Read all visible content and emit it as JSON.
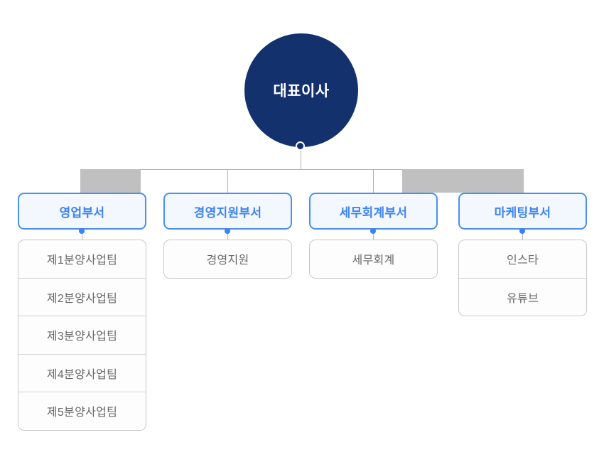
{
  "chart": {
    "type": "org-chart",
    "root": {
      "label": "대표이사"
    },
    "departments": [
      {
        "name": "영업부서",
        "teams": [
          "제1분양사업팀",
          "제2분양사업팀",
          "제3분양사업팀",
          "제4분양사업팀",
          "제5분양사업팀"
        ]
      },
      {
        "name": "경영지원부서",
        "teams": [
          "경영지원"
        ]
      },
      {
        "name": "세무회계부서",
        "teams": [
          "세무회계"
        ]
      },
      {
        "name": "마케팅부서",
        "teams": [
          "인스타",
          "유튜브"
        ]
      }
    ],
    "colors": {
      "root_node_bg": "#13316d",
      "root_node_text": "#ffffff",
      "dept_border": "#4a8ff2",
      "dept_text": "#3d83f0",
      "dept_bg": "#f2f8fe",
      "connector_dot_blue": "#3b82f6",
      "connector_line": "#b3b3b3",
      "team_border": "#c9c9c9",
      "team_bg": "#fdfdfd",
      "team_text": "#686868",
      "placeholder_block": "#c0c0c0"
    }
  }
}
